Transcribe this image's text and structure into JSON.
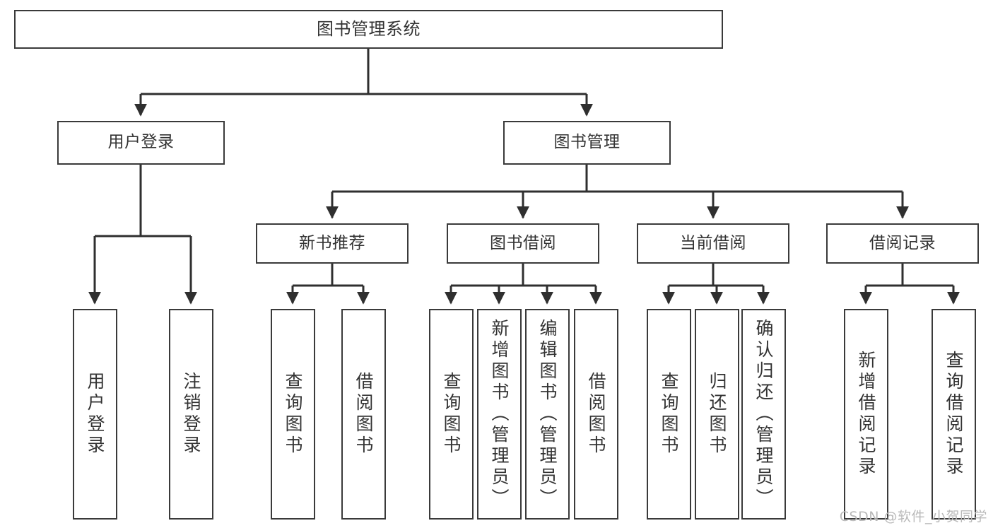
{
  "diagram": {
    "type": "tree",
    "title": "图书管理系统",
    "watermark": "CSDN @软件_小贺同学",
    "colors": {
      "box_border": "#3a3a3a",
      "box_fill": "#ffffff",
      "text": "#333333",
      "connector": "#2f2f2f",
      "watermark": "#b9b9b9"
    },
    "root": {
      "label": "图书管理系统"
    },
    "level2": [
      {
        "label": "用户登录"
      },
      {
        "label": "图书管理"
      }
    ],
    "level3": [
      {
        "label": "新书推荐"
      },
      {
        "label": "图书借阅"
      },
      {
        "label": "当前借阅"
      },
      {
        "label": "借阅记录"
      }
    ],
    "leaves": {
      "user_login": [
        {
          "label": "用户登录"
        },
        {
          "label": "注销登录"
        }
      ],
      "new_book_recommend": [
        {
          "label": "查询图书"
        },
        {
          "label": "借阅图书"
        }
      ],
      "book_borrow": [
        {
          "label": "查询图书"
        },
        {
          "label": "新增图书（管理员）"
        },
        {
          "label": "编辑图书（管理员）"
        },
        {
          "label": "借阅图书"
        }
      ],
      "current_borrow": [
        {
          "label": "查询图书"
        },
        {
          "label": "归还图书"
        },
        {
          "label": "确认归还（管理员）"
        }
      ],
      "borrow_record": [
        {
          "label": "新增借阅记录"
        },
        {
          "label": "查询借阅记录"
        }
      ]
    }
  }
}
